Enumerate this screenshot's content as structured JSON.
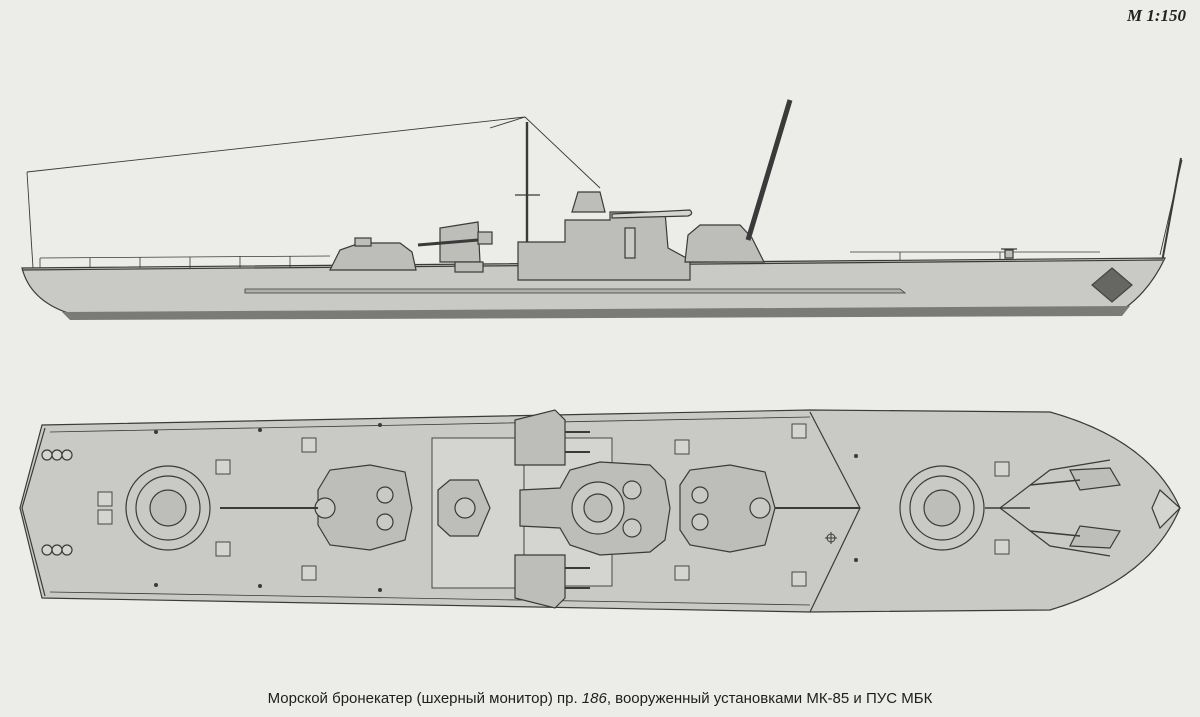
{
  "scale_label": "М 1:150",
  "caption": {
    "before": "Морской бронекатер (шхерный монитор) пр.",
    "project_number": "186",
    "after": ", вооруженный установками МК-85 и ПУС МБК"
  },
  "colors": {
    "background": "#ecece9",
    "hull": "#c9c9c6",
    "superstructure": "#bdbdba",
    "line": "#3a3a3a",
    "keel_stripe": "#7a7a77",
    "diamond": "#666663"
  }
}
